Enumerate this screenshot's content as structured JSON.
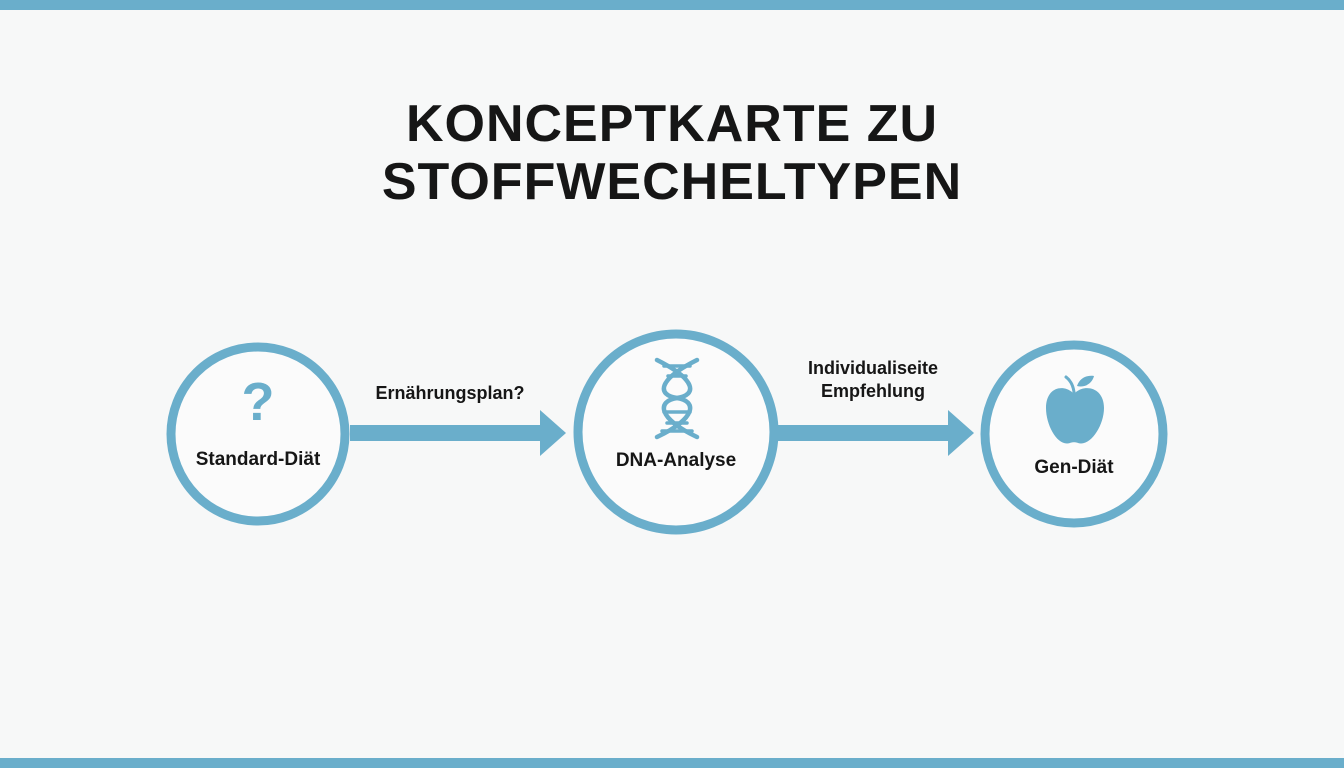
{
  "title": {
    "line1": "KONCEPTKARTE ZU",
    "line2": "STOFFWECHELTYPEN"
  },
  "colors": {
    "accent": "#6aaecb",
    "text": "#161616",
    "background": "#f7f8f8"
  },
  "nodes": [
    {
      "id": "standard",
      "label": "Standard-Diät",
      "icon": "question-mark-icon",
      "icon_glyph": "?"
    },
    {
      "id": "dna",
      "label": "DNA-Analyse",
      "icon": "dna-helix-icon"
    },
    {
      "id": "gen",
      "label": "Gen-Diät",
      "icon": "apple-icon"
    }
  ],
  "edges": [
    {
      "from": "standard",
      "to": "dna",
      "label": "Ernährungsplan?"
    },
    {
      "from": "dna",
      "to": "gen",
      "label_line1": "Individualiseite",
      "label_line2": "Empfehlung"
    }
  ]
}
